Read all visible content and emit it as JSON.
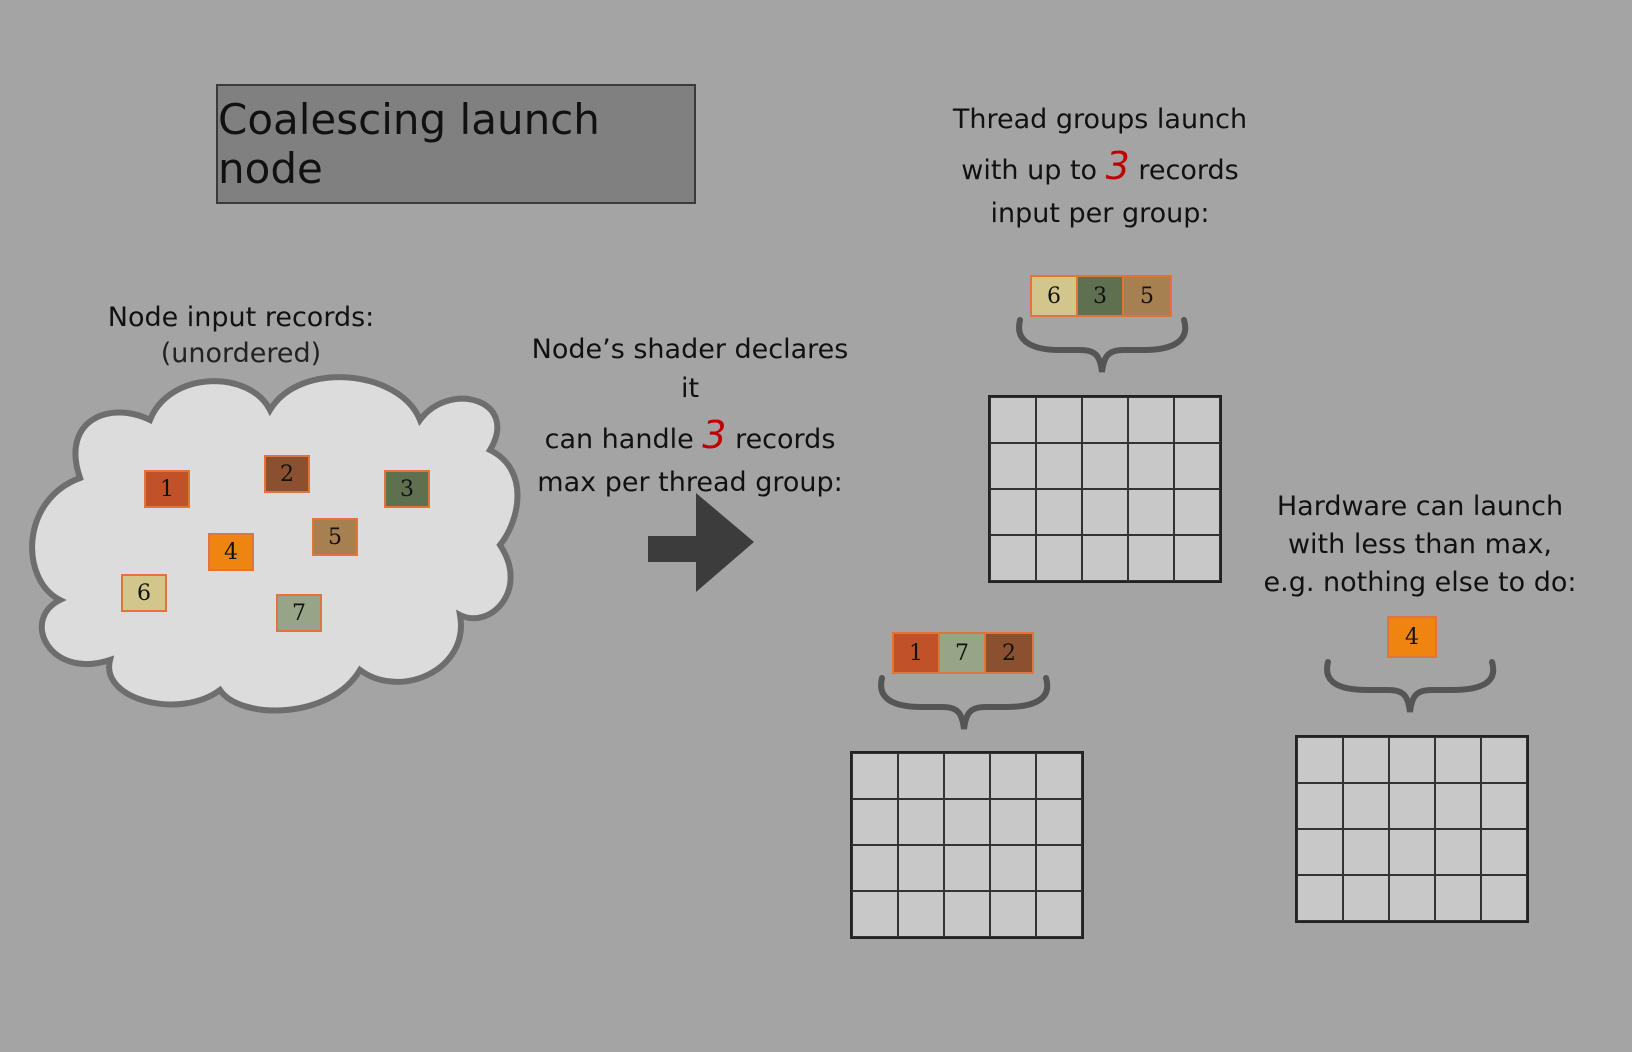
{
  "title": "Coalescing launch node",
  "input": {
    "label": "Node input records:",
    "sublabel": "(unordered)"
  },
  "shader_caption": {
    "line1": "Node’s shader declares it",
    "line2_pre": "can handle ",
    "max_records": "3",
    "line2_post": " records",
    "line3": "max per thread group:"
  },
  "groups_caption": {
    "line1": "Thread groups launch",
    "line2_pre": "with up to ",
    "max_records": "3",
    "line2_post": " records",
    "line3": "input per group:"
  },
  "hardware_caption": {
    "line1": "Hardware can launch",
    "line2": "with less than max,",
    "line3": "e.g. nothing else to do:"
  },
  "records": [
    {
      "id": "1",
      "color": "#c0522a"
    },
    {
      "id": "2",
      "color": "#8a5030"
    },
    {
      "id": "3",
      "color": "#5e7050"
    },
    {
      "id": "4",
      "color": "#ef8410"
    },
    {
      "id": "5",
      "color": "#a68050"
    },
    {
      "id": "6",
      "color": "#d2c68a"
    },
    {
      "id": "7",
      "color": "#98a488"
    }
  ],
  "thread_groups": [
    {
      "records": [
        "6",
        "3",
        "5"
      ]
    },
    {
      "records": [
        "1",
        "7",
        "2"
      ]
    },
    {
      "records": [
        "4"
      ]
    }
  ],
  "colors": {
    "background": "#a4a4a4",
    "cloud": "#dcdcdc",
    "arrow": "#3c3c3c",
    "highlight": "#c00000",
    "record_border": "#e0743a"
  }
}
